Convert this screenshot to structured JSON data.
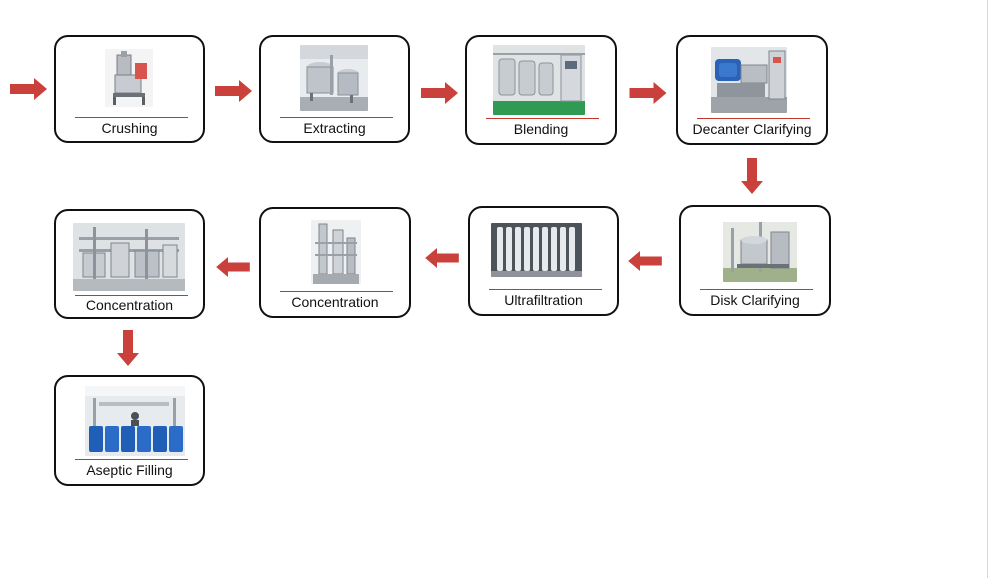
{
  "diagram": {
    "steps": [
      {
        "label": "Crushing",
        "image": "crusher-machine"
      },
      {
        "label": "Extracting",
        "image": "extraction-tanks"
      },
      {
        "label": "Blending",
        "image": "blending-tanks"
      },
      {
        "label": "Decanter Clarifying",
        "image": "decanter-centrifuge"
      },
      {
        "label": "Disk Clarifying",
        "image": "disk-separator"
      },
      {
        "label": "Ultrafiltration",
        "image": "ultrafiltration-membranes"
      },
      {
        "label": "Concentration",
        "image": "evaporator-tower"
      },
      {
        "label": "Concentration",
        "image": "concentration-plant"
      },
      {
        "label": "Aseptic Filling",
        "image": "aseptic-filling-drums"
      }
    ],
    "arrow_color": "#c0392b"
  }
}
